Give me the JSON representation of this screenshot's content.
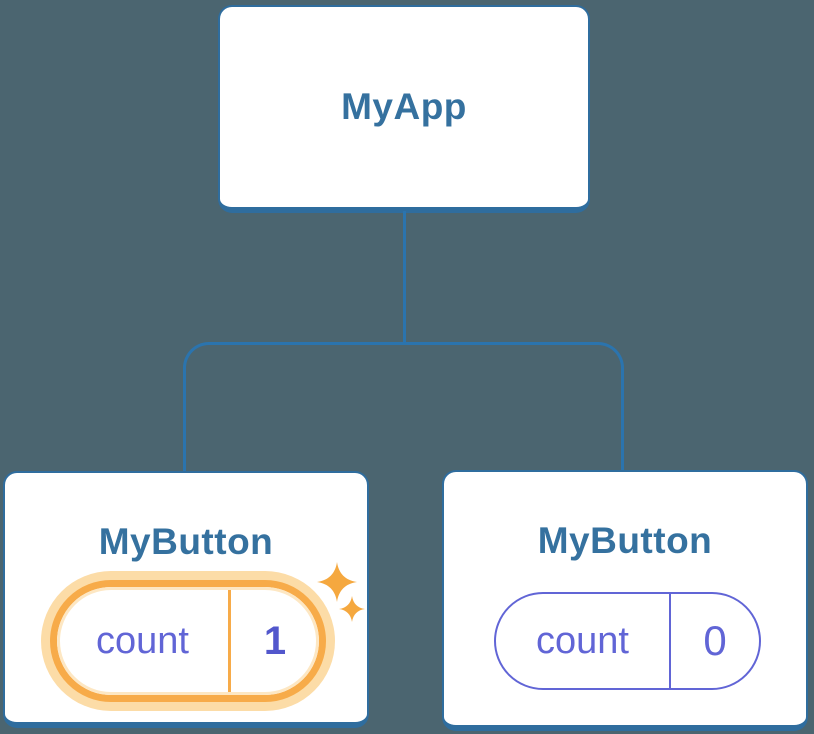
{
  "diagram": {
    "root": {
      "label": "MyApp"
    },
    "children": [
      {
        "label": "MyButton",
        "state": {
          "name": "count",
          "value": "1"
        },
        "highlighted": true
      },
      {
        "label": "MyButton",
        "state": {
          "name": "count",
          "value": "0"
        },
        "highlighted": false
      }
    ]
  },
  "colors": {
    "background": "#4b6570",
    "card-bg": "#ffffff",
    "card-border": "#2f6d9e",
    "connector": "#2b74ae",
    "title-text": "#35719f",
    "state-indigo": "#6165d6",
    "state-value-bold": "#5257cc",
    "highlight-orange": "#f7ab49",
    "highlight-halo": "#fcdca7",
    "sparkle": "#f5a83f"
  }
}
